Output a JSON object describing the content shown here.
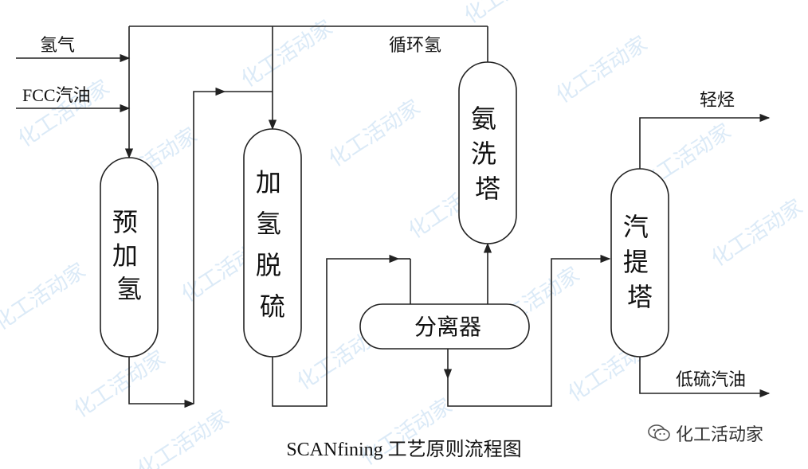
{
  "streams": {
    "hydrogen": "氢气",
    "fcc_gasoline": "FCC汽油",
    "recycle_hydrogen": "循环氢",
    "light_hydrocarbon": "轻烃",
    "low_sulfur_gasoline": "低硫汽油"
  },
  "units": {
    "prehydrogenation": "预加氢",
    "hds": "加氢脱硫",
    "separator": "分离器",
    "amine_scrubber": "氨洗塔",
    "stripper": "汽提塔"
  },
  "caption": "SCANfining 工艺原则流程图",
  "watermark": "化工活动家",
  "brand": {
    "icon": "wechat-icon",
    "name": "化工活动家"
  },
  "colors": {
    "line": "#222222",
    "watermark": "#cfe3f5"
  }
}
